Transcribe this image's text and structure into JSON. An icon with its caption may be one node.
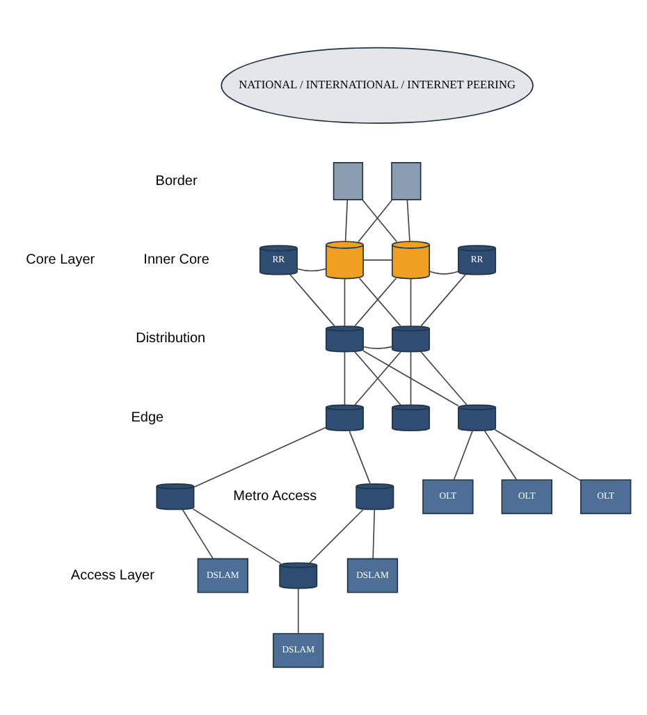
{
  "diagram": {
    "nodes": [
      {
        "text": [
          "NATIONAL / INTERNATIONAL / INTERNET PEERING"
        ]
      },
      {
        "text": [],
        "shape": "box"
      },
      {
        "text": [],
        "shape": "box"
      },
      {
        "text": [
          "RR"
        ]
      },
      {
        "text": [],
        "shape": "cylinder"
      },
      {
        "text": [],
        "shape": "cylinder"
      },
      {
        "text": [
          "RR"
        ]
      },
      {
        "text": [],
        "shape": "cylinder"
      },
      {
        "text": [],
        "shape": "cylinder"
      },
      {
        "text": [],
        "shape": "cylinder"
      },
      {
        "text": [],
        "shape": "cylinder"
      },
      {
        "text": [],
        "shape": "cylinder"
      },
      {
        "text": [],
        "shape": "cylinder"
      },
      {
        "text": [],
        "shape": "cylinder"
      },
      {
        "text": [],
        "shape": "cylinder"
      },
      {
        "text": [
          "DSLAM"
        ]
      },
      {
        "text": [
          "DSLAM"
        ]
      },
      {
        "text": [
          "DSLAM"
        ]
      },
      {
        "text": [
          "OLT"
        ]
      },
      {
        "text": [
          "OLT"
        ]
      },
      {
        "text": [
          "OLT"
        ]
      }
    ],
    "edges": [
      {
        "from": 1,
        "to": 4,
        "arrow": "none"
      },
      {
        "from": 1,
        "to": 5,
        "arrow": "none"
      },
      {
        "from": 2,
        "to": 5,
        "arrow": "none"
      },
      {
        "from": 2,
        "to": 4,
        "arrow": "none"
      },
      {
        "from": 3,
        "to": 4,
        "arrow": "none"
      },
      {
        "from": 3,
        "to": 7,
        "arrow": "none"
      },
      {
        "from": 6,
        "to": 5,
        "arrow": "none"
      },
      {
        "from": 6,
        "to": 8,
        "arrow": "none"
      },
      {
        "from": 4,
        "to": 5,
        "arrow": "none"
      },
      {
        "from": 4,
        "to": 7,
        "arrow": "none"
      },
      {
        "from": 4,
        "to": 8,
        "arrow": "none"
      },
      {
        "from": 5,
        "to": 8,
        "arrow": "none"
      },
      {
        "from": 5,
        "to": 7,
        "arrow": "none"
      },
      {
        "from": 7,
        "to": 8,
        "arrow": "none"
      },
      {
        "from": 7,
        "to": 9,
        "arrow": "none"
      },
      {
        "from": 7,
        "to": 10,
        "arrow": "none"
      },
      {
        "from": 7,
        "to": 11,
        "arrow": "none"
      },
      {
        "from": 8,
        "to": 11,
        "arrow": "none"
      },
      {
        "from": 8,
        "to": 9,
        "arrow": "none"
      },
      {
        "from": 8,
        "to": 10,
        "arrow": "none"
      },
      {
        "from": 9,
        "to": 12,
        "arrow": "none"
      },
      {
        "from": 9,
        "to": 13,
        "arrow": "none"
      },
      {
        "from": 12,
        "to": 14,
        "arrow": "none"
      },
      {
        "from": 13,
        "to": 14,
        "arrow": "none"
      },
      {
        "from": 11,
        "to": 18,
        "arrow": "none"
      },
      {
        "from": 11,
        "to": 19,
        "arrow": "none"
      },
      {
        "from": 11,
        "to": 20,
        "arrow": "none"
      },
      {
        "from": 12,
        "to": 15,
        "arrow": "none"
      },
      {
        "from": 13,
        "to": 16,
        "arrow": "none"
      },
      {
        "from": 14,
        "to": 17,
        "arrow": "none"
      }
    ],
    "labels": [
      "Border",
      "Core Layer",
      "Inner Core",
      "Distribution",
      "Edge",
      "Metro Access",
      "Access Layer"
    ]
  }
}
